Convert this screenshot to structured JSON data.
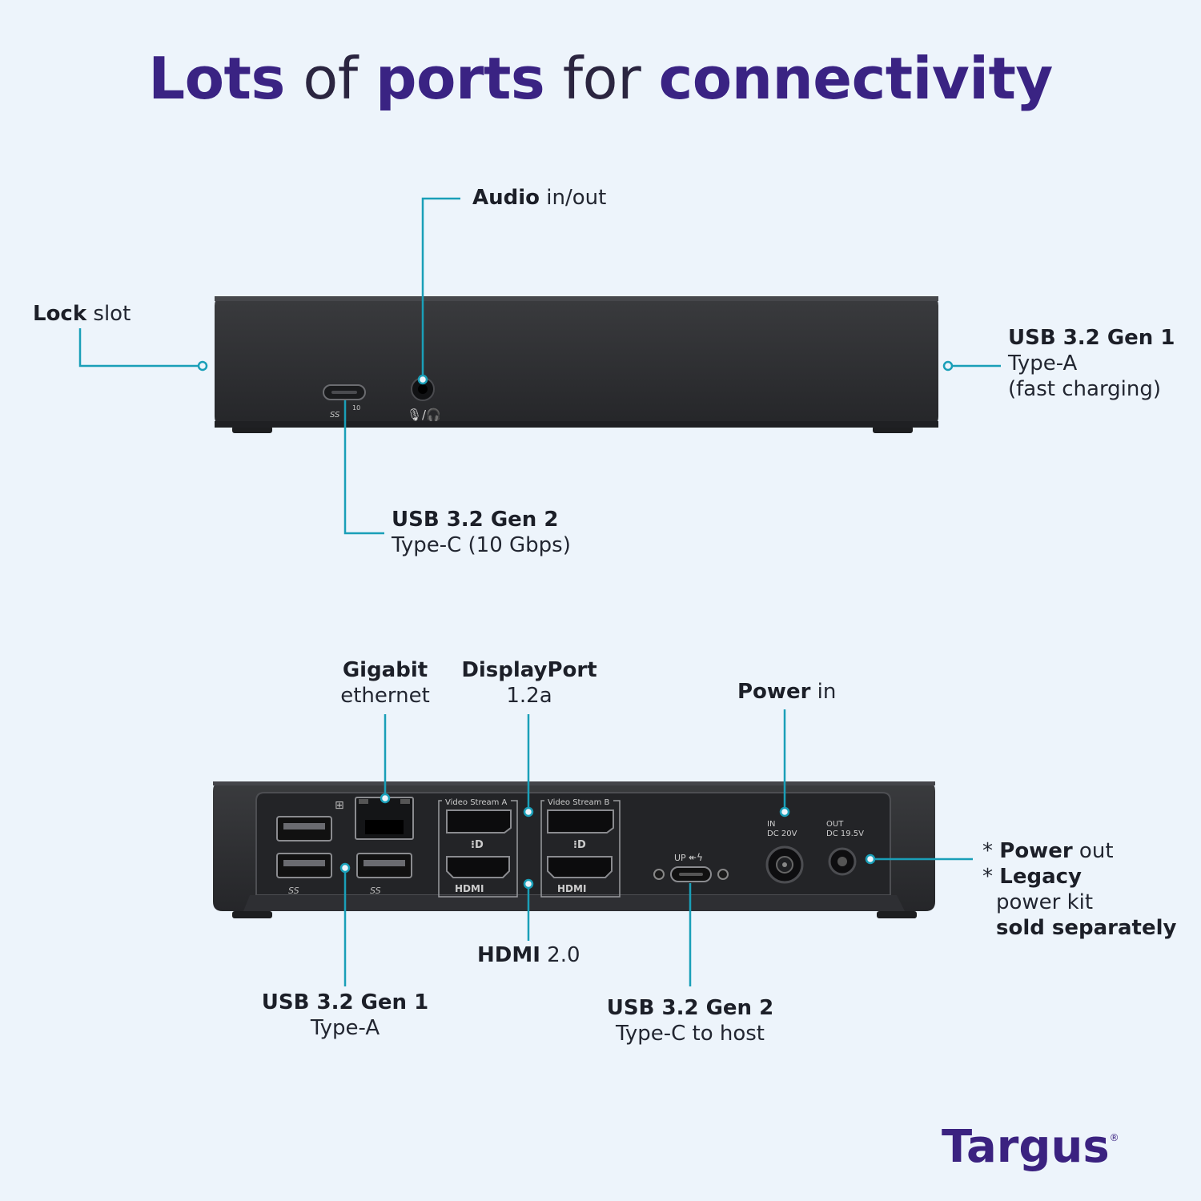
{
  "headline": {
    "w1": "Lots",
    "w2": "of",
    "w3": "ports",
    "w4": "for",
    "w5": "connectivity"
  },
  "front": {
    "audio": {
      "bold": "Audio",
      "rest": " in/out"
    },
    "lock": {
      "bold": "Lock",
      "rest": " slot"
    },
    "usb_a": {
      "bold": "USB 3.2 Gen 1",
      "line2": "Type-A",
      "line3": "(fast charging)"
    },
    "usb_c": {
      "bold": "USB 3.2 Gen 2",
      "line2": "Type-C (10 Gbps)"
    }
  },
  "rear": {
    "ethernet": {
      "bold": "Gigabit",
      "line2": "ethernet"
    },
    "displayport": {
      "bold": "DisplayPort",
      "line2": "1.2a"
    },
    "power_in": {
      "bold": "Power",
      "rest": " in"
    },
    "power_out": {
      "line1_star": "* ",
      "line1_bold": "Power",
      "line1_rest": " out",
      "line2_star": "* ",
      "line2_bold": "Legacy",
      "line3": "power kit",
      "line4": "sold separately"
    },
    "hdmi": {
      "bold": "HDMI",
      "rest": " 2.0"
    },
    "usb_a": {
      "bold": "USB 3.2 Gen 1",
      "line2": "Type-A"
    },
    "usb_c_host": {
      "bold": "USB 3.2 Gen 2",
      "line2": "Type-C to host"
    }
  },
  "device_print": {
    "video_a": "Video Stream A",
    "video_b": "Video Stream B",
    "in": "IN",
    "dc_in": "DC 20V",
    "out": "OUT",
    "dc_out": "DC 19.5V",
    "up": "UP",
    "hdmi": "HDMI",
    "ss": "SS"
  },
  "logo": {
    "text": "Targus",
    "mark": "®"
  },
  "colors": {
    "background": "#edf4fb",
    "accent_purple": "#3b2280",
    "callout_teal": "#1a9fb8",
    "device_body": "#2a2b2e"
  }
}
